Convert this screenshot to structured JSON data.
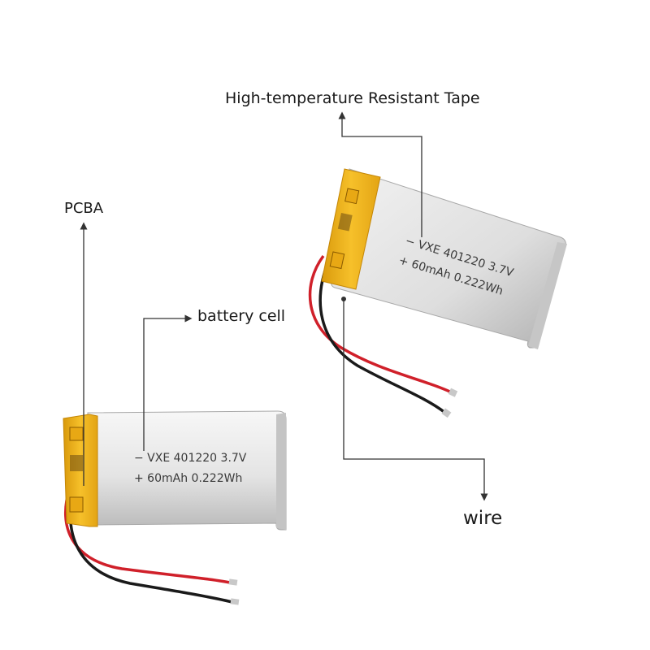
{
  "labels": {
    "tape": "High-temperature Resistant Tape",
    "pcba": "PCBA",
    "battery_cell": "battery cell",
    "wire": "wire"
  },
  "batteries": [
    {
      "line1": "− VXE 401220 3.7V",
      "line2": "+ 60mAh 0.222Wh"
    },
    {
      "line1": "− VXE 401220 3.7V",
      "line2": "+ 60mAh 0.222Wh"
    }
  ],
  "colors": {
    "tape": "#f2b21c",
    "tape_dark": "#c98a08",
    "cell_light": "#f4f4f4",
    "cell_mid": "#d2d2d2",
    "cell_dark": "#9a9a9a",
    "wire_red": "#d0202a",
    "wire_black": "#1a1a1a",
    "leader": "#333333"
  }
}
